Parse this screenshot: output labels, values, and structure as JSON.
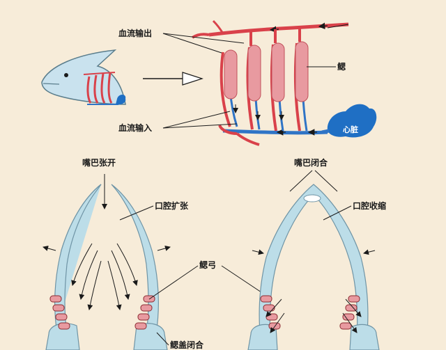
{
  "labels": {
    "blood_out": "血流输出",
    "blood_in": "血流输入",
    "gill": "鳃",
    "heart": "心脏",
    "mouth_open": "嘴巴张开",
    "cavity_expand": "口腔扩张",
    "gill_arch": "鳃弓",
    "operculum_close": "鳃盖闭合",
    "mouth_close": "嘴巴闭合",
    "cavity_contract": "口腔收缩"
  },
  "colors": {
    "background": "#f7ecd9",
    "artery_red": "#d9414a",
    "vein_blue": "#2f74c6",
    "gill_pink": "#e89aa0",
    "fish_blue": "#c9e2ee",
    "heart_blue": "#1f6fc4",
    "jaw_blue": "#bcdde8"
  }
}
